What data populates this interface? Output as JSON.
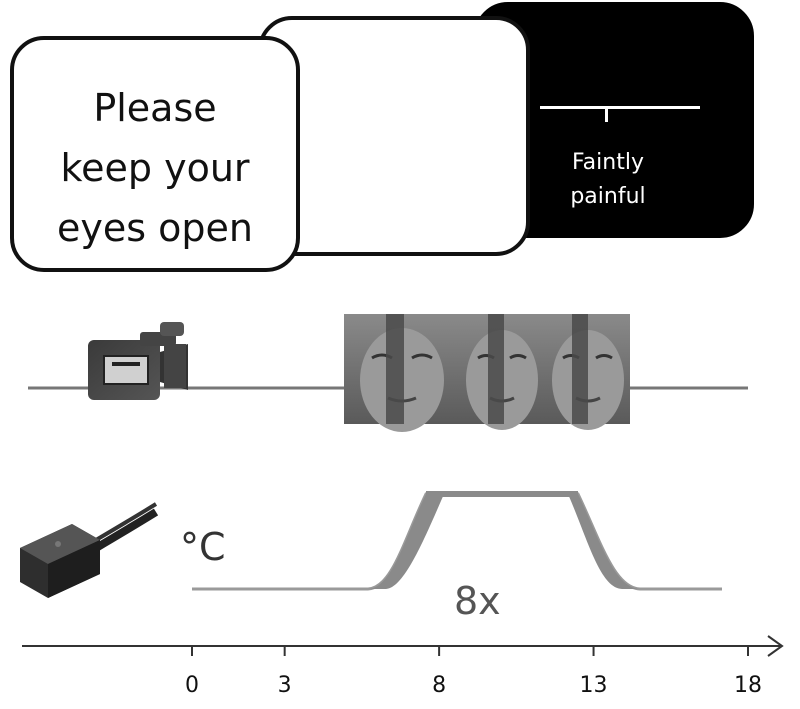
{
  "instruction_screen": {
    "lines": [
      "Please",
      "keep your",
      "eyes open"
    ]
  },
  "blank_screen": {},
  "rating_screen": {
    "label_lines": [
      "Faintly",
      "painful"
    ]
  },
  "video_timeline": {
    "icon": "video-camera-icon",
    "frames": 3
  },
  "temperature_timeline": {
    "icon": "thermode-icon",
    "unit_label": "°C",
    "repeat_label": "8x"
  },
  "time_axis": {
    "ticks": [
      "0",
      "3",
      "8",
      "13",
      "18"
    ]
  }
}
